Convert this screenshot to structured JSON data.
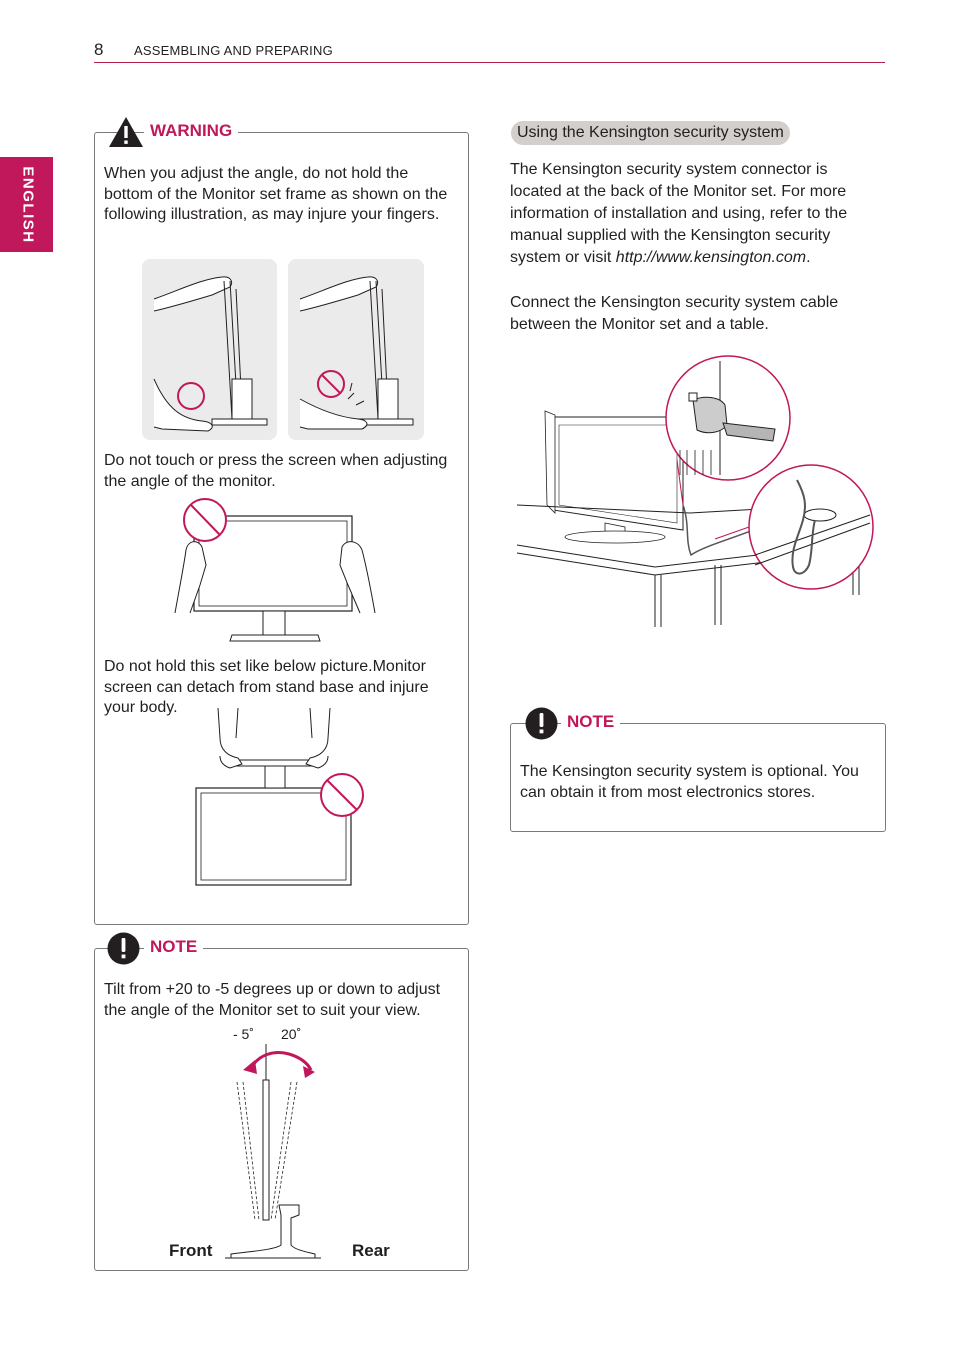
{
  "header": {
    "page_number": "8",
    "section_title": "ASSEMBLING AND PREPARING"
  },
  "language_tab": "ENGLISH",
  "warning": {
    "title": "WARNING",
    "text1": "When you adjust the angle, do not hold the bottom of the Monitor set frame as shown on the following illustration, as may injure your fingers.",
    "text2": "Do not touch or press the screen when adjusting the angle of the monitor.",
    "text3": "Do not hold this set like below picture.Monitor screen can detach from stand base and injure your body."
  },
  "tilt_note": {
    "title": "NOTE",
    "text": "Tilt from +20 to -5 degrees up or down to adjust the angle of the Monitor set to suit your view.",
    "angle_front": "- 5˚",
    "angle_rear": "20˚",
    "label_front": "Front",
    "label_rear": "Rear"
  },
  "kensington": {
    "heading": "Using the Kensington security system",
    "para1_before_link": "The Kensington security system connector is located at the back of the Monitor set. For more information of installation and using, refer to the manual supplied with the Kensington security system or visit ",
    "para1_link": "http://www.kensington.com",
    "para1_after_link": ".",
    "para2": "Connect the Kensington security system cable between the Monitor set and a table."
  },
  "kensington_note": {
    "title": "NOTE",
    "text": "The Kensington security system is optional. You can obtain it from most electronics stores."
  },
  "colors": {
    "accent": "#c0185a",
    "rule": "#b3224b",
    "pill_bg": "#d3cfcd",
    "illustration_bg": "#ebebeb"
  }
}
